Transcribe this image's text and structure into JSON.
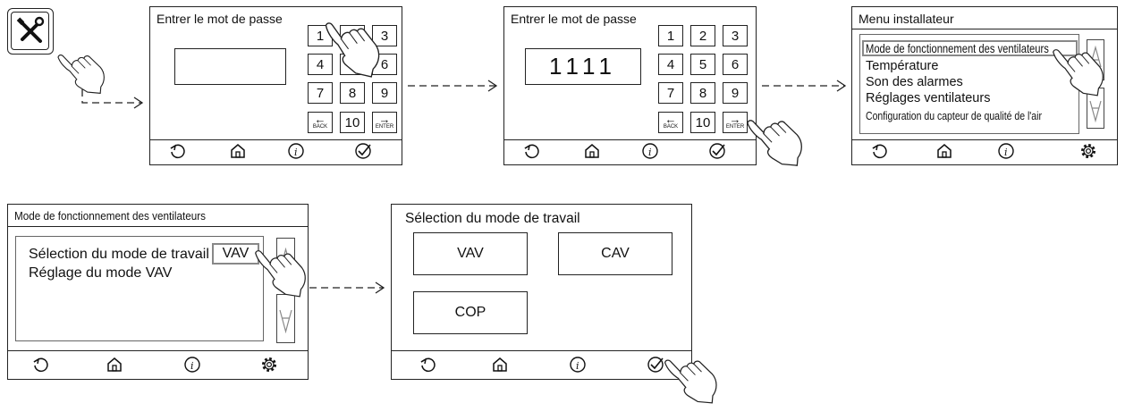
{
  "screen1": {
    "title": "Entrer le mot de passe",
    "keys": [
      "1",
      "2",
      "3",
      "4",
      "5",
      "6",
      "7",
      "8",
      "9",
      "10"
    ],
    "back_label": "BACK",
    "enter_label": "ENTER"
  },
  "screen2": {
    "title": "Entrer le mot de passe",
    "password_value": "1111",
    "keys": [
      "1",
      "2",
      "3",
      "4",
      "5",
      "6",
      "7",
      "8",
      "9",
      "10"
    ],
    "back_label": "BACK",
    "enter_label": "ENTER"
  },
  "screen3": {
    "title": "Menu installateur",
    "items": [
      "Mode de fonctionnement des ventilateurs",
      "Température",
      "Son des alarmes",
      "Réglages ventilateurs",
      "Configuration du capteur de qualité de l'air"
    ]
  },
  "screen4": {
    "title": "Mode de fonctionnement des ventilateurs",
    "items": [
      "Sélection du mode de travail",
      "Réglage du mode VAV"
    ],
    "value": "VAV"
  },
  "screen5": {
    "title": "Sélection du mode de travail",
    "options": [
      "VAV",
      "CAV",
      "COP"
    ]
  },
  "icons": {
    "tools": "wrench-screwdriver-icon",
    "hand": "pointing-hand-icon",
    "back": "back-arrow-icon",
    "home": "home-icon",
    "info": "info-icon",
    "confirm": "checkmark-icon",
    "settings": "gear-icon",
    "up": "arrow-up-icon",
    "down": "arrow-down-icon"
  }
}
